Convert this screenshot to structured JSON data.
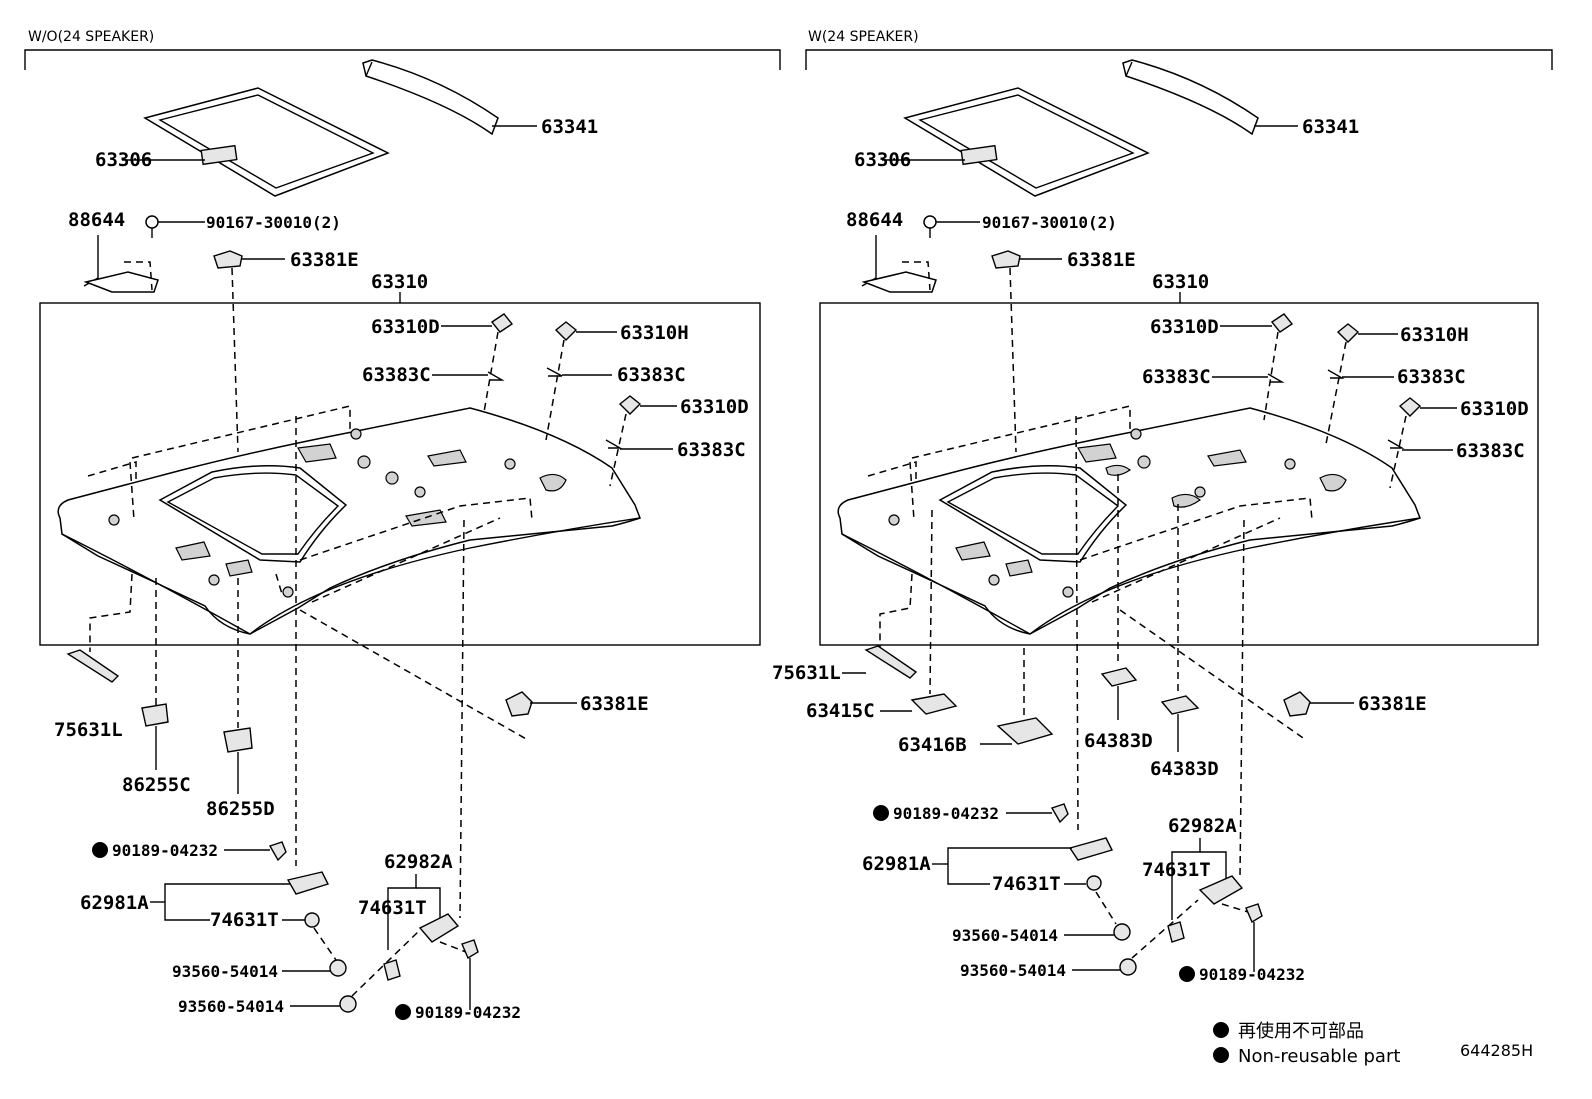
{
  "left": {
    "section_title": "W/O(24 SPEAKER)",
    "labels": {
      "p63341": "63341",
      "p63306": "63306",
      "p88644": "88644",
      "p90167": "90167-30010(2)",
      "p63381E_top": "63381E",
      "p63310": "63310",
      "p63310D_a": "63310D",
      "p63310H": "63310H",
      "p63383C_a": "63383C",
      "p63383C_b": "63383C",
      "p63310D_b": "63310D",
      "p63383C_c": "63383C",
      "p75631L": "75631L",
      "p86255C": "86255C",
      "p86255D": "86255D",
      "p63381E_bot": "63381E",
      "p90189_a": "90189-04232",
      "p62982A": "62982A",
      "p62981A": "62981A",
      "p74631T_a": "74631T",
      "p74631T_b": "74631T",
      "p93560_a": "93560-54014",
      "p93560_b": "93560-54014",
      "p90189_b": "90189-04232"
    }
  },
  "right": {
    "section_title": "W(24 SPEAKER)",
    "labels": {
      "p63341": "63341",
      "p63306": "63306",
      "p88644": "88644",
      "p90167": "90167-30010(2)",
      "p63381E_top": "63381E",
      "p63310": "63310",
      "p63310D_a": "63310D",
      "p63310H": "63310H",
      "p63383C_a": "63383C",
      "p63383C_b": "63383C",
      "p63310D_b": "63310D",
      "p63383C_c": "63383C",
      "p75631L": "75631L",
      "p63415C": "63415C",
      "p63416B": "63416B",
      "p64383D_a": "64383D",
      "p64383D_b": "64383D",
      "p63381E_bot": "63381E",
      "p90189_a": "90189-04232",
      "p62982A": "62982A",
      "p62981A": "62981A",
      "p74631T_a": "74631T",
      "p74631T_b": "74631T",
      "p93560_a": "93560-54014",
      "p93560_b": "93560-54014",
      "p90189_b": "90189-04232"
    }
  },
  "legend": {
    "japanese": "再使用不可部品",
    "english": "Non-reusable part"
  },
  "illustration_code": "644285H"
}
